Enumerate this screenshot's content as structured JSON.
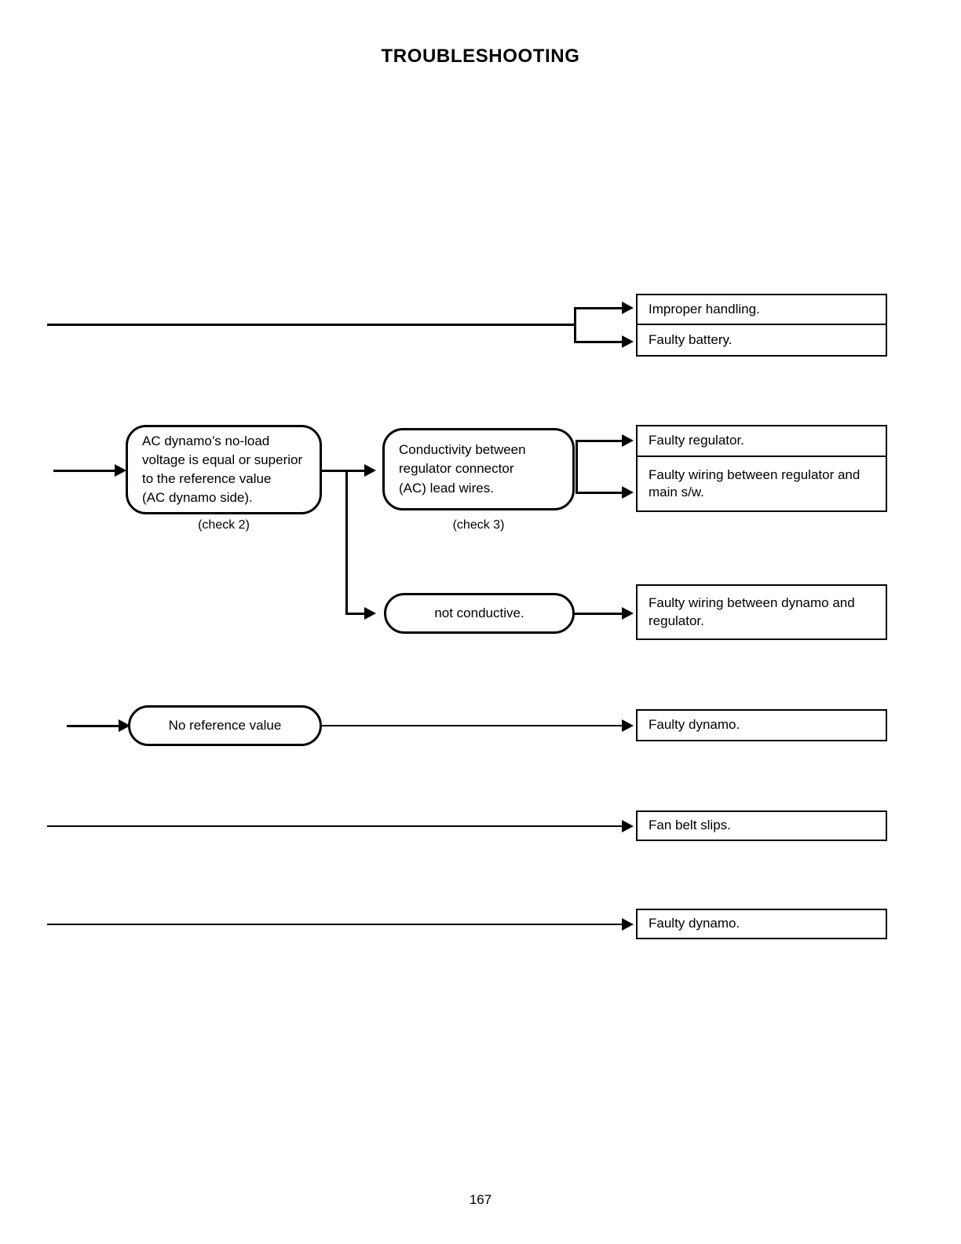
{
  "page": {
    "title": "TROUBLESHOOTING",
    "number": "167"
  },
  "nodes": {
    "improper_handling": "Improper handling.",
    "faulty_battery": "Faulty battery.",
    "check2": {
      "line1": "AC dynamo’s no-load",
      "line2": "voltage is equal or superior",
      "line3": "to the reference  value",
      "line4": "(AC dynamo side).",
      "label": "(check 2)"
    },
    "check3": {
      "line1": "Conductivity between",
      "line2": "regulator connector",
      "line3": "(AC) lead wires.",
      "label": "(check 3)"
    },
    "faulty_regulator": "Faulty regulator.",
    "faulty_wiring_regulator_mainsw": {
      "line1": "Faulty wiring between regulator and",
      "line2": "main s/w."
    },
    "not_conductive": "not conductive.",
    "faulty_wiring_dynamo_regulator": {
      "line1": "Faulty wiring between dynamo and",
      "line2": "regulator."
    },
    "no_reference_value": "No reference value",
    "faulty_dynamo_1": "Faulty dynamo.",
    "fan_belt_slips": "Fan belt slips.",
    "faulty_dynamo_2": "Faulty dynamo."
  },
  "colors": {
    "ink": "#000000",
    "paper": "#ffffff"
  }
}
